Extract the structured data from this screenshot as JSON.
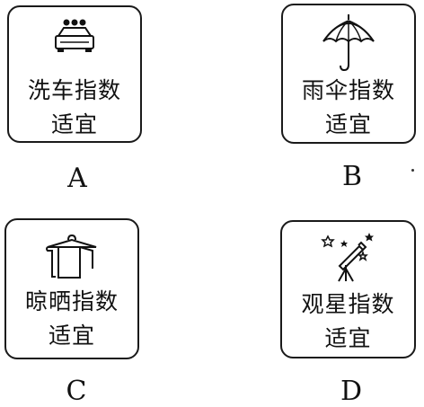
{
  "options": [
    {
      "letter": "A",
      "line1": "洗车指数",
      "line2": "适宜",
      "icon": "car-icon"
    },
    {
      "letter": "B",
      "line1": "雨伞指数",
      "line2": "适宜",
      "icon": "umbrella-icon"
    },
    {
      "letter": "C",
      "line1": "晾晒指数",
      "line2": "适宜",
      "icon": "clothes-drying-icon"
    },
    {
      "letter": "D",
      "line1": "观星指数",
      "line2": "适宜",
      "icon": "telescope-icon"
    }
  ]
}
